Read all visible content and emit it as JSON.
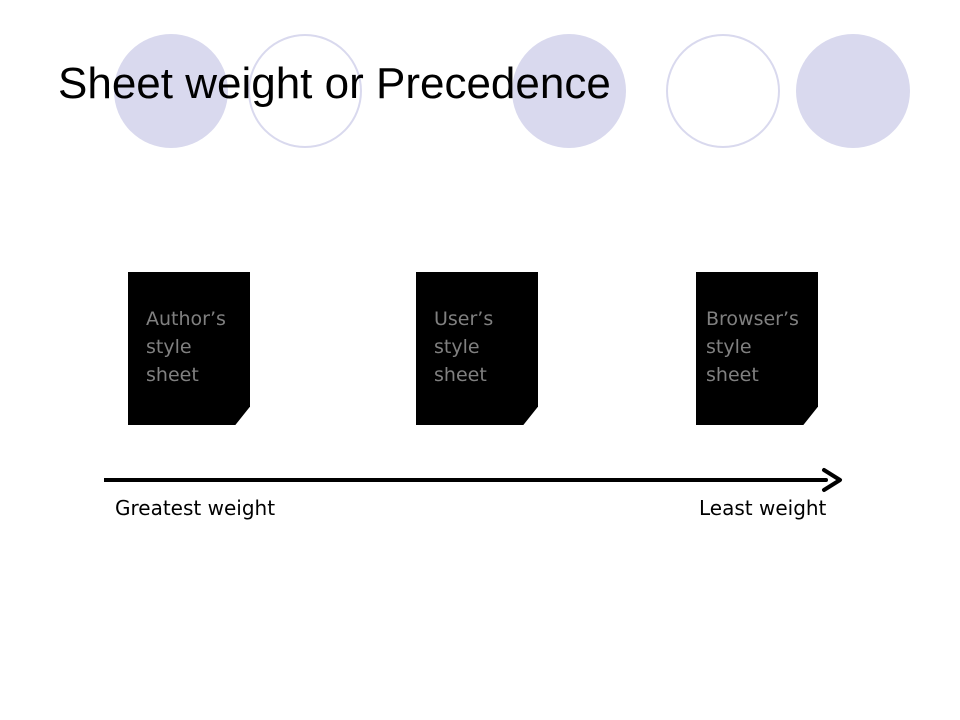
{
  "slide": {
    "title": "Sheet weight or Precedence"
  },
  "decorations": {
    "circles": [
      "filled",
      "outline",
      "filled",
      "outline",
      "filled"
    ],
    "color": "#d9d9ee"
  },
  "documents": [
    {
      "label": "Author’s style sheet"
    },
    {
      "label": "User’s style sheet"
    },
    {
      "label": "Browser’s style sheet"
    }
  ],
  "axis": {
    "start_label": "Greatest weight",
    "end_label": "Least weight",
    "direction": "left-to-right"
  },
  "colors": {
    "document_fill": "#000000",
    "document_text": "#808080",
    "arrow": "#000000",
    "accent": "#d9d9ee"
  }
}
